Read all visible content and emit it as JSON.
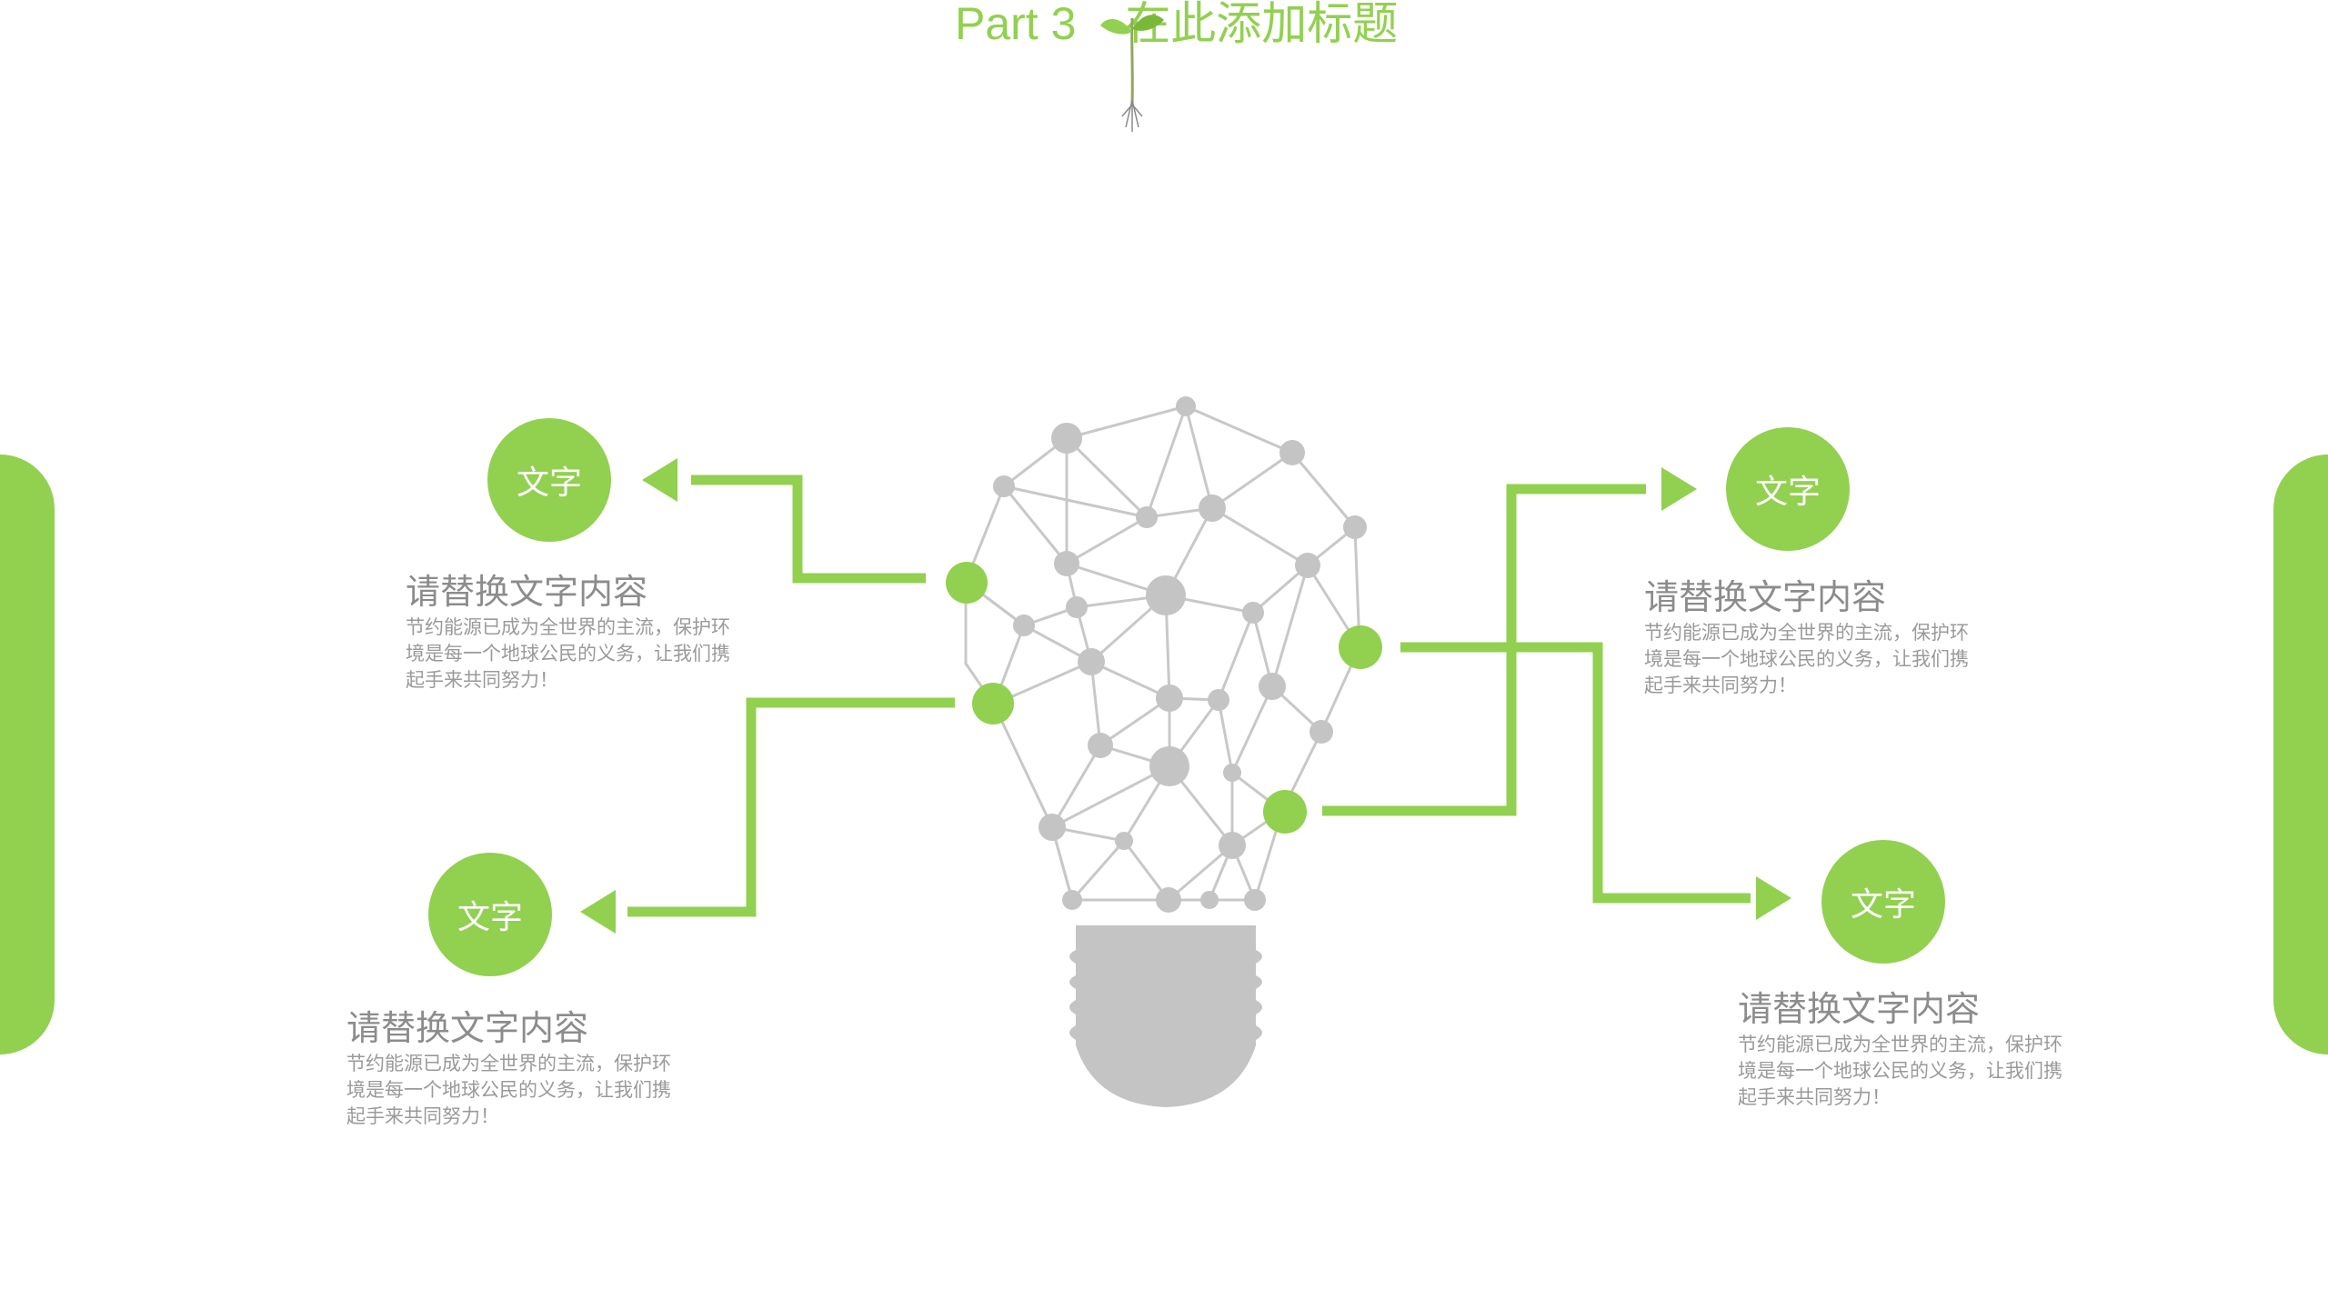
{
  "title": {
    "part": "Part 3",
    "heading": "在此添加标题"
  },
  "items": [
    {
      "circle_label": "文字",
      "heading": "请替换文字内容",
      "body": "节约能源已成为全世界的主流，保护环境是每一个地球公民的义务，让我们携起手来共同努力！"
    },
    {
      "circle_label": "文字",
      "heading": "请替换文字内容",
      "body": "节约能源已成为全世界的主流，保护环境是每一个地球公民的义务，让我们携起手来共同努力！"
    },
    {
      "circle_label": "文字",
      "heading": "请替换文字内容",
      "body": "节约能源已成为全世界的主流，保护环境是每一个地球公民的义务，让我们携起手来共同努力！"
    },
    {
      "circle_label": "文字",
      "heading": "请替换文字内容",
      "body": "节约能源已成为全世界的主流，保护环境是每一个地球公民的义务，让我们携起手来共同努力！"
    }
  ],
  "colors": {
    "accent": "#92d050",
    "bulb_gray": "#c4c4c4",
    "text_gray": "#8c8c8c"
  },
  "icons": {
    "bulb": "network-lightbulb-icon",
    "sprout": "sprout-icon"
  }
}
